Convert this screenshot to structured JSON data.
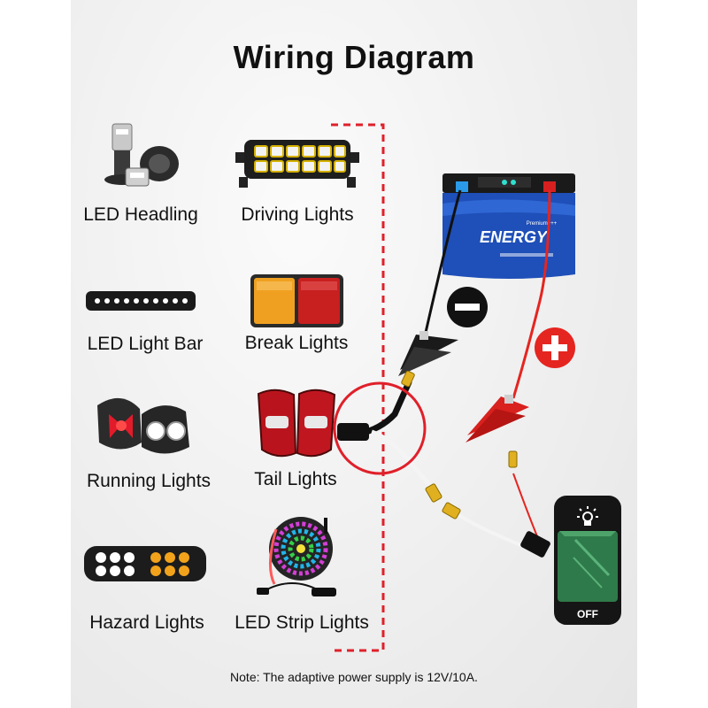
{
  "title": "Wiring Diagram",
  "items": [
    {
      "label": "LED Headling"
    },
    {
      "label": "Driving Lights"
    },
    {
      "label": "LED Light Bar"
    },
    {
      "label": "Break Lights"
    },
    {
      "label": "Running Lights"
    },
    {
      "label": "Tail Lights"
    },
    {
      "label": "Hazard Lights"
    },
    {
      "label": "LED Strip Lights"
    }
  ],
  "battery": {
    "brand": "ENERGY",
    "small_text": "Premium+++"
  },
  "terminals": {
    "negative": "−",
    "positive": "+"
  },
  "switch": {
    "state_label": "OFF"
  },
  "note": "Note: The adaptive power supply is 12V/10A.",
  "colors": {
    "dashed_line": "#e0202a",
    "positive": "#e52520",
    "negative": "#111111",
    "switch_green": "#2f7a4a",
    "battery_blue": "#1f4fb8"
  }
}
